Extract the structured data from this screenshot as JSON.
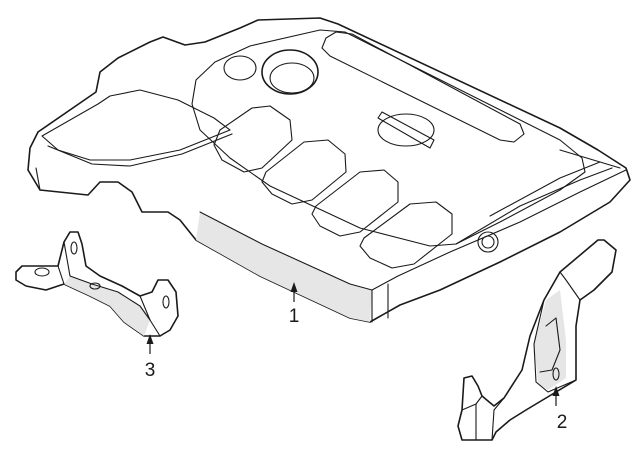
{
  "callouts": [
    {
      "label": "1",
      "part": "engine-cover"
    },
    {
      "label": "2",
      "part": "side-bracket"
    },
    {
      "label": "3",
      "part": "mount-bracket"
    }
  ]
}
